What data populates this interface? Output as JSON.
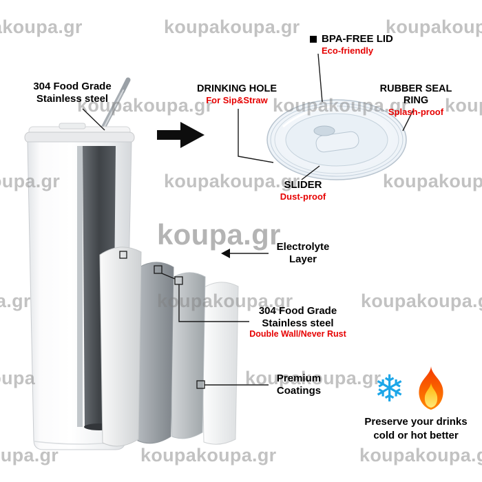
{
  "watermarks": [
    "akoupa.gr",
    "koupakoupa.gr",
    "koupakoupa.gr",
    "koupakoupa.gr",
    "koupakoupa.gr",
    "koupakoupa.gr",
    "oupa.gr",
    "koupakoupa.gr",
    "koupakoupa.gr",
    "koupa.gr",
    "a.gr",
    "koupakoupa.gr",
    "koupakoupa.gr",
    "koupa",
    "koupakoupa.gr",
    "oupa.gr",
    "koupakoupa.gr",
    "koupakoupa.gr"
  ],
  "title_label": {
    "line1": "304 Food Grade",
    "line2": "Stainless steel"
  },
  "callouts": {
    "bpa_free_lid": {
      "title": "BPA-FREE LID",
      "subtitle": "Eco-friendly"
    },
    "drinking_hole": {
      "title": "DRINKING HOLE",
      "subtitle": "For Sip&Straw"
    },
    "rubber_seal_ring": {
      "title": "RUBBER SEAL RING",
      "subtitle": "Splash-proof"
    },
    "slider": {
      "title": "SLIDER",
      "subtitle": "Dust-proof"
    },
    "electrolyte_layer": {
      "line1": "Electrolyte",
      "line2": "Layer"
    },
    "steel_wall": {
      "line1": "304 Food Grade",
      "line2": "Stainless steel",
      "subtitle": "Double Wall/Never Rust"
    },
    "premium_coatings": {
      "line1": "Premium",
      "line2": "Coatings"
    }
  },
  "footer": {
    "line1": "Preserve your drinks",
    "line2": "cold or hot better"
  },
  "icons": {
    "snowflake": "❄"
  },
  "colors": {
    "accent_red": "#e60000",
    "snowflake_blue": "#1ca6e8",
    "flame_red": "#f43900",
    "flame_yellow": "#ffe97a",
    "arrow_black": "#0d0d0d",
    "watermark_gray": "#808080"
  }
}
